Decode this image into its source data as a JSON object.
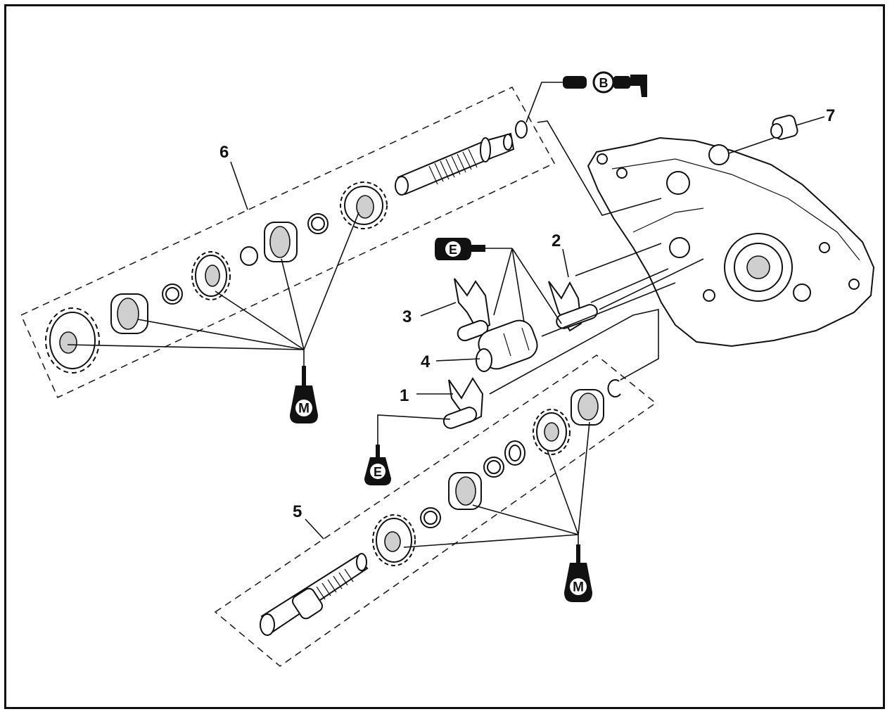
{
  "labels": {
    "part1": "1",
    "part2": "2",
    "part3": "3",
    "part4": "4",
    "part5": "5",
    "part6": "6",
    "part7": "7"
  },
  "symbols": {
    "grease_b": "B",
    "oil_e_top": "E",
    "oil_e_bottom": "E",
    "oil_m_left": "M",
    "oil_m_right": "M"
  },
  "colors": {
    "ink": "#111111",
    "background": "#ffffff"
  }
}
